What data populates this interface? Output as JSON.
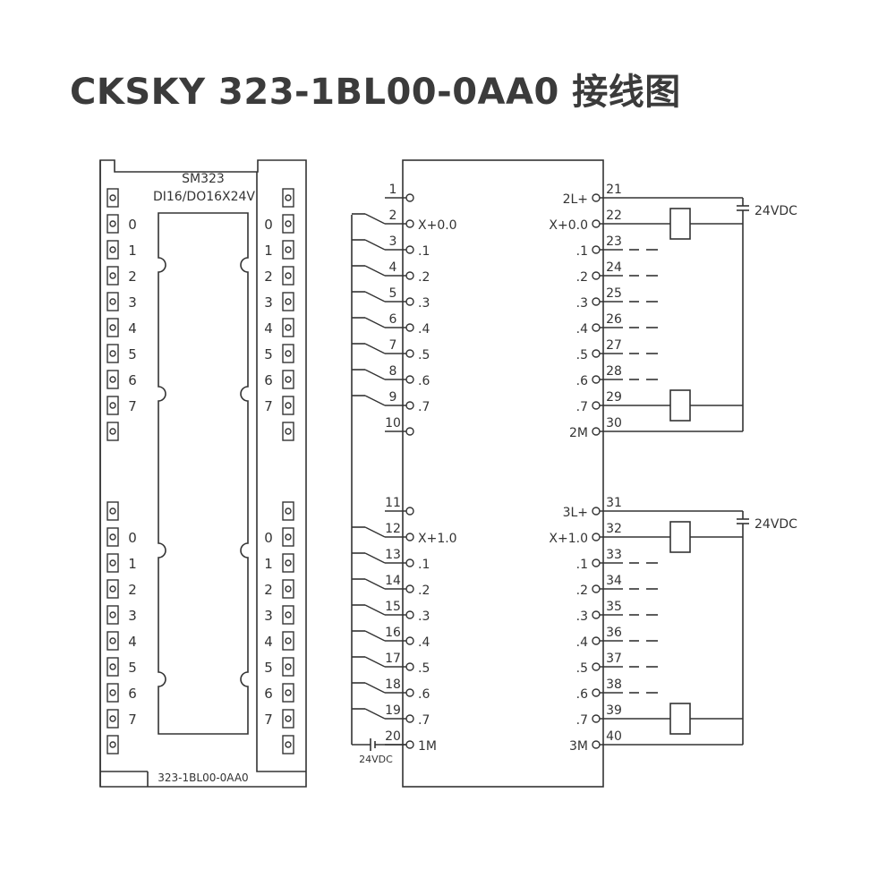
{
  "title": "CKSKY  323-1BL00-0AA0  接线图",
  "module": {
    "name": "SM323",
    "spec": "DI16/DO16X24V",
    "bottom_label": "323-1BL00-0AA0",
    "channel_labels": [
      "0",
      "1",
      "2",
      "3",
      "4",
      "5",
      "6",
      "7"
    ]
  },
  "inputs": {
    "top_group": {
      "terminals": [
        {
          "num": "1",
          "label": "",
          "switch": false
        },
        {
          "num": "2",
          "label": "X+0.0",
          "switch": true
        },
        {
          "num": "3",
          "label": ".1",
          "switch": true
        },
        {
          "num": "4",
          "label": ".2",
          "switch": true
        },
        {
          "num": "5",
          "label": ".3",
          "switch": true
        },
        {
          "num": "6",
          "label": ".4",
          "switch": true
        },
        {
          "num": "7",
          "label": ".5",
          "switch": true
        },
        {
          "num": "8",
          "label": ".6",
          "switch": true
        },
        {
          "num": "9",
          "label": ".7",
          "switch": true
        },
        {
          "num": "10",
          "label": "",
          "switch": false
        }
      ]
    },
    "bottom_group": {
      "terminals": [
        {
          "num": "11",
          "label": "",
          "switch": false
        },
        {
          "num": "12",
          "label": "X+1.0",
          "switch": true
        },
        {
          "num": "13",
          "label": ".1",
          "switch": true
        },
        {
          "num": "14",
          "label": ".2",
          "switch": true
        },
        {
          "num": "15",
          "label": ".3",
          "switch": true
        },
        {
          "num": "16",
          "label": ".4",
          "switch": true
        },
        {
          "num": "17",
          "label": ".5",
          "switch": true
        },
        {
          "num": "18",
          "label": ".6",
          "switch": true
        },
        {
          "num": "19",
          "label": ".7",
          "switch": true
        },
        {
          "num": "20",
          "label": "1M",
          "switch": false
        }
      ],
      "supply_label": "24VDC"
    }
  },
  "outputs": {
    "top_group": {
      "supply_label": "24VDC",
      "terminals": [
        {
          "num": "21",
          "label": "2L+",
          "kind": "supply"
        },
        {
          "num": "22",
          "label": "X+0.0",
          "kind": "load"
        },
        {
          "num": "23",
          "label": ".1",
          "kind": "dash"
        },
        {
          "num": "24",
          "label": ".2",
          "kind": "dash"
        },
        {
          "num": "25",
          "label": ".3",
          "kind": "dash"
        },
        {
          "num": "26",
          "label": ".4",
          "kind": "dash"
        },
        {
          "num": "27",
          "label": ".5",
          "kind": "dash"
        },
        {
          "num": "28",
          "label": ".6",
          "kind": "dash"
        },
        {
          "num": "29",
          "label": ".7",
          "kind": "load"
        },
        {
          "num": "30",
          "label": "2M",
          "kind": "common"
        }
      ]
    },
    "bottom_group": {
      "supply_label": "24VDC",
      "terminals": [
        {
          "num": "31",
          "label": "3L+",
          "kind": "supply"
        },
        {
          "num": "32",
          "label": "X+1.0",
          "kind": "load"
        },
        {
          "num": "33",
          "label": ".1",
          "kind": "dash"
        },
        {
          "num": "34",
          "label": ".2",
          "kind": "dash"
        },
        {
          "num": "35",
          "label": ".3",
          "kind": "dash"
        },
        {
          "num": "36",
          "label": ".4",
          "kind": "dash"
        },
        {
          "num": "37",
          "label": ".5",
          "kind": "dash"
        },
        {
          "num": "38",
          "label": ".6",
          "kind": "dash"
        },
        {
          "num": "39",
          "label": ".7",
          "kind": "load"
        },
        {
          "num": "40",
          "label": "3M",
          "kind": "common"
        }
      ]
    }
  },
  "colors": {
    "line": "#333333",
    "background": "#ffffff"
  }
}
